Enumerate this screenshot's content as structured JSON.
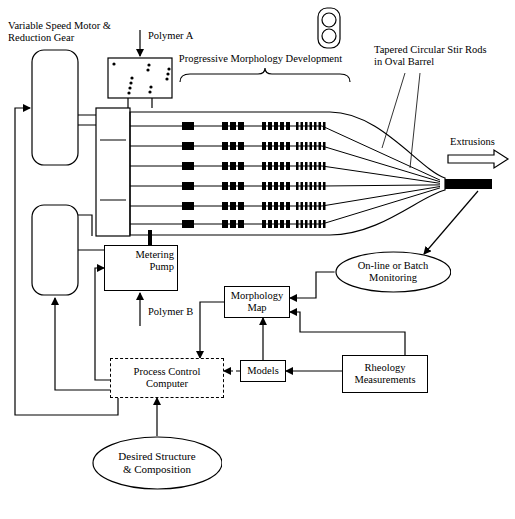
{
  "diagram": {
    "nodes": [
      {
        "text": [
          "Metering Pump"
        ]
      },
      {
        "text": [
          "On-line or Batch Monitoring"
        ]
      },
      {
        "text": [
          "Morphology Map"
        ]
      },
      {
        "text": [
          "Models"
        ]
      },
      {
        "text": [
          "Rheology Measurements"
        ]
      },
      {
        "text": [
          "Process Control Computer"
        ]
      },
      {
        "text": [
          "Desired Structure & Composition"
        ]
      }
    ],
    "edges": [
      {
        "from": 1,
        "to": 2,
        "arrow": "to"
      },
      {
        "from": 2,
        "to": 5,
        "arrow": "to"
      },
      {
        "from": 3,
        "to": 2,
        "arrow": "to"
      },
      {
        "from": 4,
        "to": 3,
        "arrow": "to"
      },
      {
        "from": 4,
        "to": 2,
        "arrow": "to"
      },
      {
        "from": 3,
        "to": 5,
        "arrow": "to"
      },
      {
        "from": 6,
        "to": 5,
        "arrow": "to"
      },
      {
        "from": 5,
        "to": 0,
        "arrow": "to"
      }
    ],
    "labels": [
      "Variable Speed Motor & Reduction Gear",
      "Polymer A",
      "Progressive Morphology Development",
      "Tapered Circular Stir Rods in Oval Barrel",
      "Extrusions",
      "Polymer B"
    ]
  }
}
